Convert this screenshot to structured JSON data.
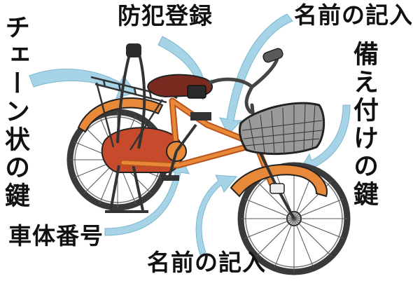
{
  "labels": {
    "crime_registration": "防犯登録",
    "name_entry_top": "名前の記入",
    "chain_lock": "チェーン状の鍵",
    "built_in_lock": "備え付けの鍵",
    "frame_number": "車体番号",
    "name_entry_bottom": "名前の記入"
  },
  "colors": {
    "frame": "#e8893a",
    "frame_dark": "#b8541c",
    "saddle": "#7a2a1f",
    "arrow": "#a6d4e6",
    "line": "#222222",
    "tire": "#3a3a3a",
    "basket": "#333333"
  }
}
